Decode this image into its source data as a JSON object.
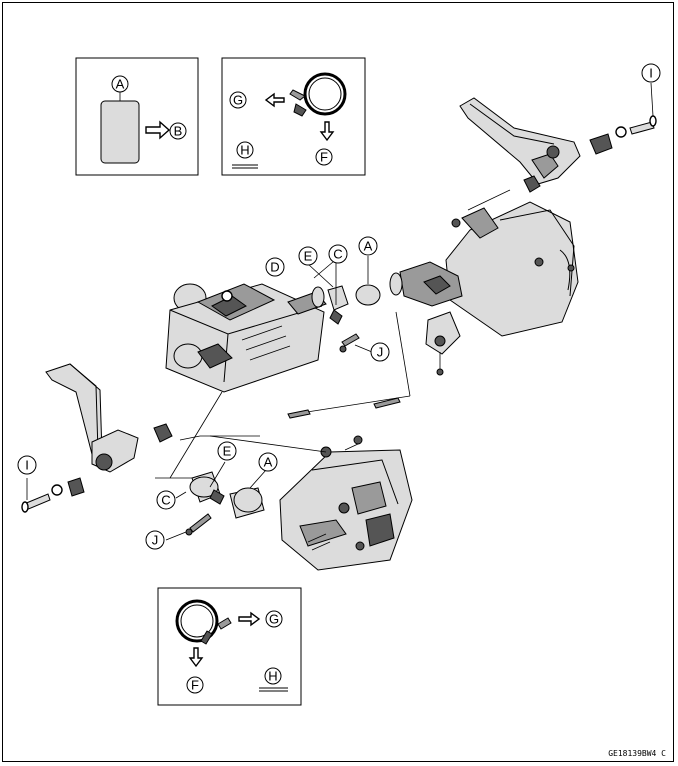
{
  "diagram": {
    "figure_code": "GE18139BW4 C",
    "callouts": {
      "A": "A",
      "B": "B",
      "C": "C",
      "D": "D",
      "E": "E",
      "F": "F",
      "G": "G",
      "H": "H",
      "I": "I",
      "J": "J"
    }
  },
  "colors": {
    "line": "#000000",
    "shade_dark": "#555555",
    "shade_mid": "#9a9a9a",
    "shade_light": "#dcdcdc"
  }
}
